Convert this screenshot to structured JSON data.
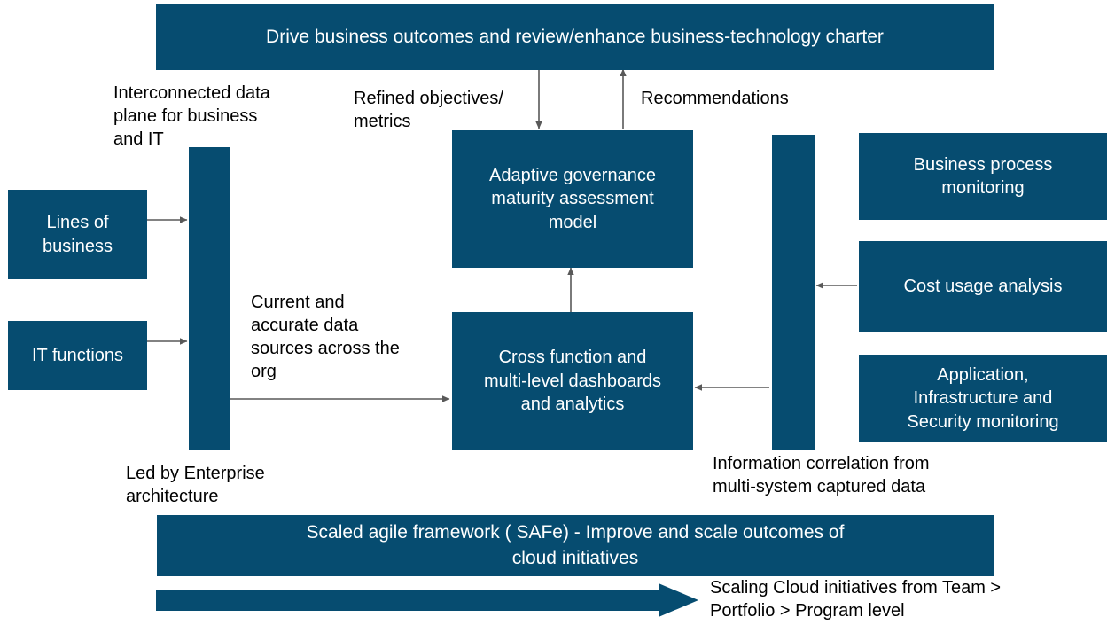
{
  "diagram": {
    "accent_color": "#064C70",
    "arrow_color": "#595959",
    "text_color": "#000000",
    "box_text_color": "#FFFFFF"
  },
  "top_banner": {
    "label": "Drive business outcomes and review/enhance business-technology charter"
  },
  "left_inputs": [
    {
      "label": "Lines of\nbusiness"
    },
    {
      "label": "IT functions"
    }
  ],
  "bars": {
    "left_bar_caption_top": "Interconnected data\nplane for  business\nand IT",
    "left_bar_caption_bottom": "Led by Enterprise\narchitecture",
    "right_bar_caption_bottom": "Information correlation from\nmulti-system captured data"
  },
  "center_boxes": [
    {
      "label": "Adaptive governance\nmaturity assessment\nmodel"
    },
    {
      "label": "Cross function and\nmulti-level dashboards\nand analytics"
    }
  ],
  "right_boxes": [
    {
      "label": "Business process\nmonitoring"
    },
    {
      "label": "Cost usage analysis"
    },
    {
      "label": "Application,\nInfrastructure and\nSecurity monitoring"
    }
  ],
  "flow_labels": {
    "refined_objectives": "Refined objectives/\nmetrics",
    "recommendations": "Recommendations",
    "current_accurate_data": "Current and\naccurate data\nsources across the\norg"
  },
  "bottom_banner": {
    "label": "Scaled agile framework ( SAFe) -  Improve and scale outcomes of\ncloud initiatives"
  },
  "bottom_arrow": {
    "caption": "Scaling Cloud initiatives from Team >\nPortfolio > Program level"
  }
}
